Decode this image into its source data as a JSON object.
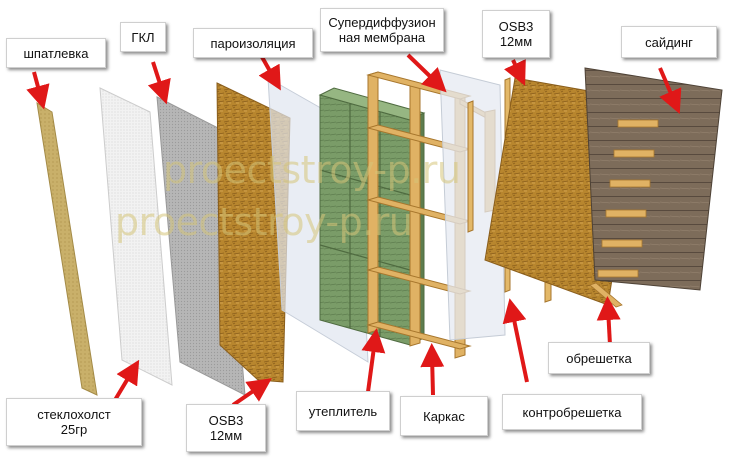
{
  "layers": {
    "shpatlevka": "шпатлевка",
    "gkl": "ГКЛ",
    "paroizolyaciya": "пароизоляция",
    "membrana_line1": "Супердиффузион",
    "membrana_line2": "ная мембрана",
    "osb_top_line1": "OSB3",
    "osb_top_line2": "12мм",
    "sayding": "сайдинг",
    "obreshetka": "обрешетка",
    "kontrobreshetka": "контробрешетка",
    "karkas": "Каркас",
    "uteplitel": "утеплитель",
    "osb_bottom_line1": "OSB3",
    "osb_bottom_line2": "12мм",
    "steklokholst_line1": "стеклохолст",
    "steklokholst_line2": "25гр"
  },
  "watermark": {
    "line1": "proectstroy-p.ru",
    "line2": "proectstroy-p.ru"
  },
  "colors": {
    "arrow": "#e01818",
    "osb": "#b8862e",
    "wood": "#e0b264",
    "insulation": "#7d9e6a",
    "gypsum": "#b9b9b9",
    "siding": "#7a6a58",
    "watermark": "#d6c478"
  }
}
